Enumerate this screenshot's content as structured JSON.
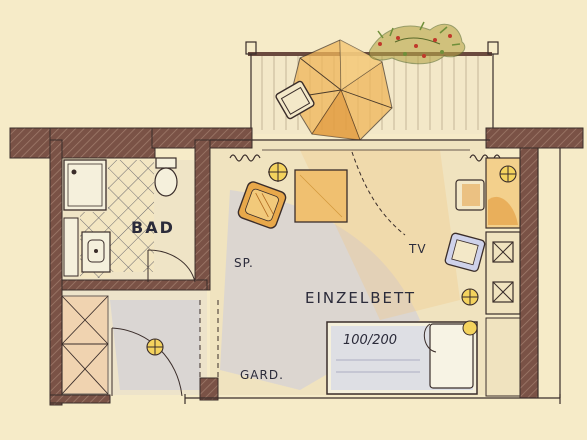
{
  "labels": {
    "bathroom": "BAD",
    "cabinet": "SP.",
    "tv": "TV",
    "room_type": "EINZELBETT",
    "bed_size": "100/200",
    "wardrobe": "GARD."
  },
  "colors": {
    "paper": "#f6ebc8",
    "wall": "#7a5246",
    "wall_hatch": "#8f6a5c",
    "ink": "#2b2b3a",
    "floor_blue": "#b7bde0",
    "accent_orange": "#e39a3b",
    "accent_yellow": "#f2c94c",
    "plant_green": "#6f8f3a"
  },
  "icons": [
    "armchair-icon",
    "lamp-icon",
    "bed-icon",
    "parasol-icon",
    "plant-icon",
    "radiator-icon",
    "shower-icon",
    "toilet-icon",
    "sink-icon",
    "door-swing-icon"
  ]
}
